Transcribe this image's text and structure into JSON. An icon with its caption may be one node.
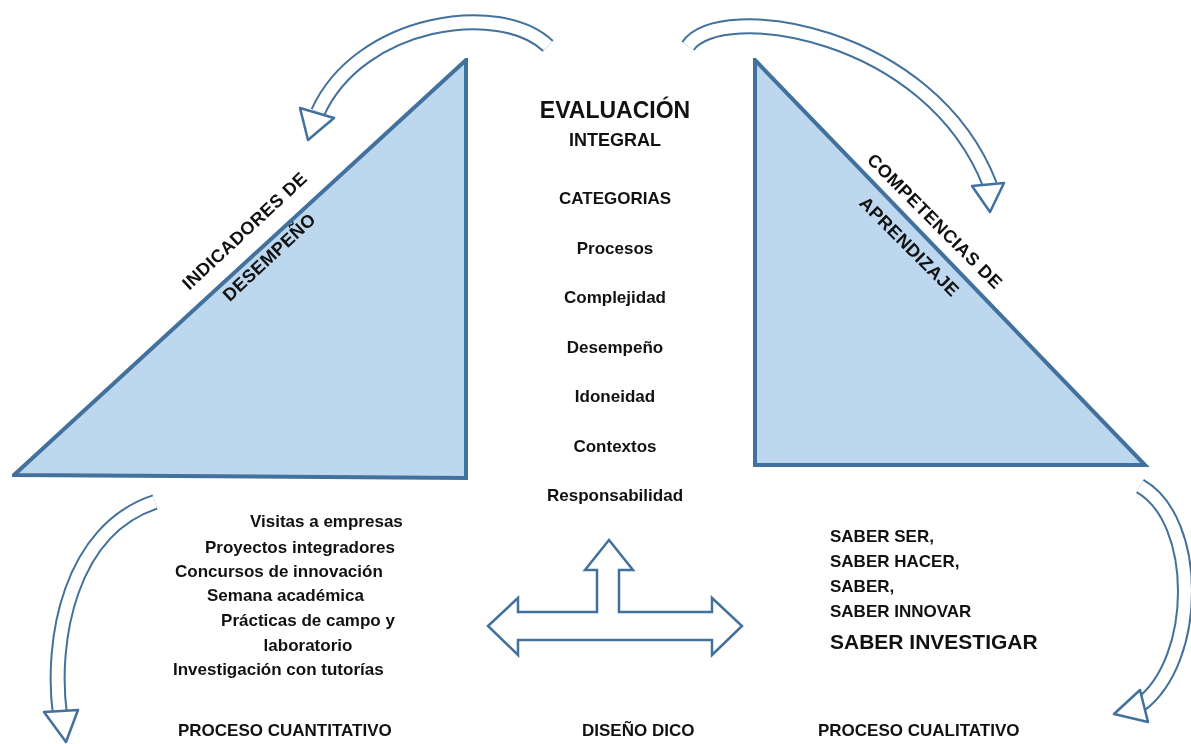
{
  "diagram": {
    "nodes": [
      {
        "text": [
          "INDICADORES DE DESEMPEÑO"
        ]
      },
      {
        "text": [
          "COMPETENCIAS DE APRENDIZAJE"
        ]
      }
    ],
    "labels": [
      "EVALUACIÓN",
      "INTEGRAL",
      "CATEGORIAS",
      "Procesos",
      "Complejidad",
      "Desempeño",
      "Idoneidad",
      "Contextos",
      "Responsabilidad",
      "Visitas a empresas",
      "Proyectos integradores",
      "Concursos de innovación",
      "Semana académica",
      "Prácticas de campo y laboratorio",
      "Investigación con tutorías",
      "SABER SER,",
      "SABER HACER,",
      "SABER,",
      "SABER INNOVAR",
      "SABER INVESTIGAR",
      "PROCESO CUANTITATIVO",
      "DISEÑO DICO",
      "PROCESO CUALITATIVO"
    ]
  }
}
